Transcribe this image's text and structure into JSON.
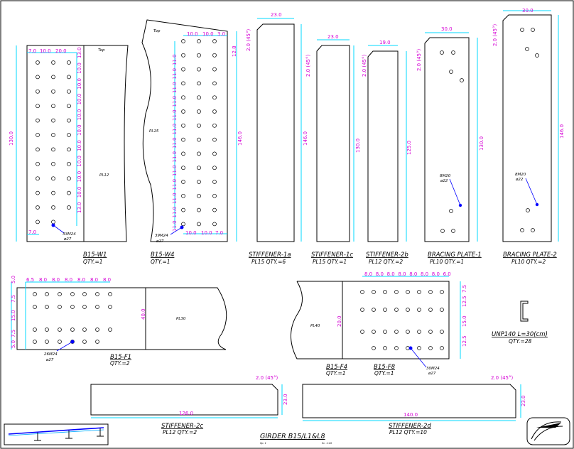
{
  "drawing": {
    "title": "GIRDER B15/L1&L8",
    "small_left": "Sp. 1",
    "small_right": "Sc. 1:10"
  },
  "parts": {
    "w1": {
      "caption": "B15-W1",
      "qty": "QTY.=1",
      "plate": "PL12",
      "top": "Top",
      "dim_height": "130.0",
      "dim_top_row": [
        "7.0",
        "10.0",
        "20.0"
      ],
      "dim_bottom": "7.0",
      "dim_vert": [
        "13.0",
        "10.0",
        "10.0",
        "10.0",
        "10.0",
        "10.0",
        "10.0",
        "10.0",
        "10.0",
        "10.0",
        "13.0"
      ],
      "bolt_note_1": "33M24",
      "bolt_note_2": "ø27"
    },
    "w4": {
      "caption": "B15-W4",
      "qty": "QTY.=1",
      "plate": "PL15",
      "top": "Top",
      "dim_height": "146.0",
      "dim_top_row": [
        "10.0",
        "10.0",
        "3.0"
      ],
      "dim_top_right": "12.8",
      "dim_bottom_row": [
        "10.0",
        "10.0",
        "7.0"
      ],
      "dim_vert": [
        "11.0",
        "11.0",
        "11.0",
        "11.0",
        "11.0",
        "11.0",
        "11.0",
        "11.0",
        "11.0",
        "11.0",
        "11.0",
        "11.0",
        "11.0"
      ],
      "bolt_note_1": "39M24",
      "bolt_note_2": "ø27"
    },
    "stiff1a": {
      "caption": "STIFFENER-1a",
      "qty": "PL15  QTY.=6",
      "dim_w": "23.0",
      "dim_h": "146.0",
      "chamfer": "2.0 (45°)"
    },
    "stiff1c": {
      "caption": "STIFFENER-1c",
      "qty": "PL15  QTY.=1",
      "dim_w": "23.0",
      "dim_h": "130.0",
      "chamfer": "2.0 (45°)"
    },
    "stiff2b": {
      "caption": "STIFFENER-2b",
      "qty": "PL12  QTY.=2",
      "dim_w": "19.0",
      "dim_h": "125.0",
      "chamfer": "2.0 (45°)"
    },
    "brace1": {
      "caption": "BRACING PLATE-1",
      "qty": "PL10  QTY.=1",
      "dim_w": "30.0",
      "dim_h": "130.0",
      "chamfer": "2.0 (45°)",
      "bolt_note_1": "8M20",
      "bolt_note_2": "ø22"
    },
    "brace2": {
      "caption": "BRACING PLATE-2",
      "qty": "PL10  QTY.=2",
      "dim_w": "30.0",
      "dim_h": "146.0",
      "chamfer": "2.0 (45°)",
      "bolt_note_1": "8M20",
      "bolt_note_2": "ø22"
    },
    "f1": {
      "caption": "B15-F1",
      "qty": "QTY.=2",
      "plate": "PL30",
      "dim_h": "40.0",
      "dim_top": [
        "6.5",
        "8.0",
        "8.0",
        "8.0",
        "8.0",
        "8.0",
        "8.0"
      ],
      "dim_left": [
        "5.0",
        "7.5",
        "15.0",
        "7.5",
        "5.0"
      ],
      "bolt_note_1": "26M24",
      "bolt_note_2": "ø27"
    },
    "f4": {
      "caption": "B15-F4",
      "qty": "QTY.=1",
      "plate": "PL40",
      "dim_h": "20.0"
    },
    "f8": {
      "caption": "B15-F8",
      "qty": "QTY.=1",
      "dim_top": [
        "8.0",
        "8.0",
        "8.0",
        "8.0",
        "8.0",
        "8.0",
        "8.0",
        "6.0"
      ],
      "dim_right": [
        "7.5",
        "12.5",
        "15.0",
        "12.5"
      ],
      "bolt_note_1": "30M24",
      "bolt_note_2": "ø27"
    },
    "unp": {
      "line1": "UNP140  L=30(cm)",
      "line2": "QTY.=28"
    },
    "stiff2c": {
      "caption": "STIFFENER-2c",
      "qty": "PL12  QTY.=2",
      "dim_w": "126.0",
      "dim_h": "23.0",
      "chamfer": "2.0 (45°)"
    },
    "stiff2d": {
      "caption": "STIFFENER-2d",
      "qty": "PL12  QTY.=10",
      "dim_w": "140.0",
      "dim_h": "23.0",
      "chamfer": "2.0 (45°)"
    }
  },
  "colors": {
    "line": "#000000",
    "dimension_text": "#d400d4",
    "dimension_line": "#00d8ff",
    "bolt_leader": "#0000ff"
  }
}
